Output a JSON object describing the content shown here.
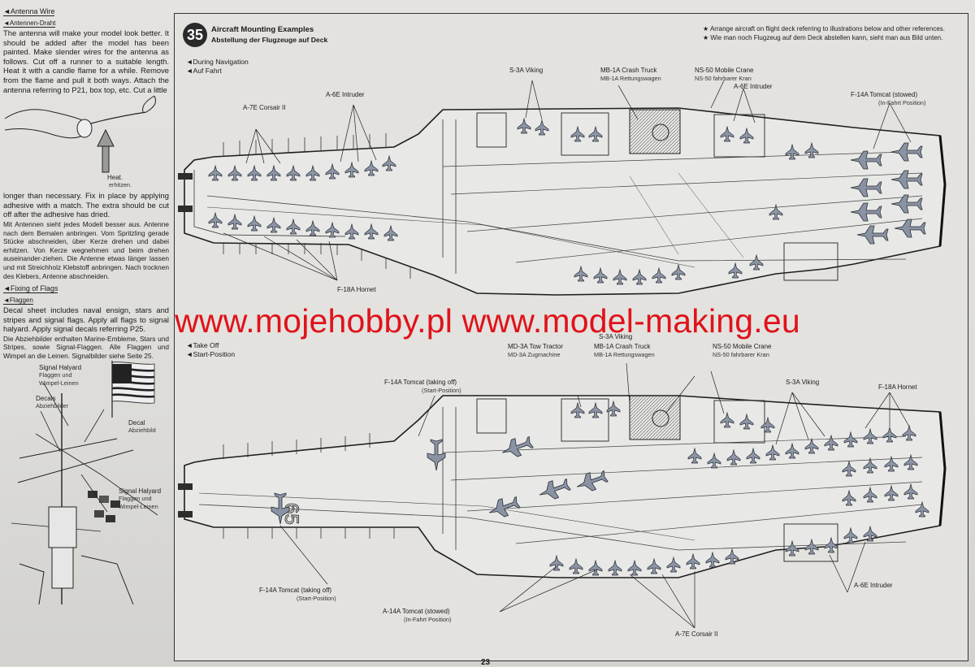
{
  "left_column": {
    "antenna": {
      "heading_en": "Antenna Wire",
      "heading_de": "Antennen-Draht",
      "text_en_1": "The antenna will make your model look better. It should be added after the model has been painted. Make slender wires for the antenna as follows. Cut off a runner to a suitable length. Heat it with a candle flame for a while. Remove from the flame and pull it both ways. Attach the antenna referring to P21, box top, etc. Cut a little",
      "heat_label": "Heat.",
      "heat_label_de": "erhitzen.",
      "text_en_2": "longer than necessary. Fix in place by applying adhesive with a match. The extra should be cut off after the adhesive has dried.",
      "text_de": "Mit Antennen sieht jedes Modell besser aus. Antenne nach dem Bemalen anbringen. Vom Spritzling gerade Stücke abschneiden, über Kerze drehen und dabei erhitzen. Von Kerze wegnehmen und beim drehen auseinander-ziehen. Die Antenne etwas länger lassen und mit Streichholz Klebstoff anbringen. Nach trocknen des Klebers, Antenne abschneiden."
    },
    "flags": {
      "heading_en": "Fixing of Flags",
      "heading_de": "Flaggen",
      "text_en": "Decal sheet includes naval ensign, stars and stripes and signal flags. Apply all flags to signal halyard. Apply signal decals referring P25.",
      "text_de": "Die Abziehbilder enthalten Marine-Embleme, Stars und Stripes, sowie Signal-Flaggen. Alle Flaggen und Wimpel an die Leinen. Signalbilder siehe Seite 25.",
      "labels": {
        "signal_halyard_top": "Signal Halyard",
        "signal_halyard_top_de": "Flaggen und Wimpel-Leinen",
        "decals": "Decals",
        "decals_de": "Abziehbilder",
        "decal": "Decal",
        "decal_de": "Abziehbild",
        "signal_halyard_bottom": "Signal Halyard",
        "signal_halyard_bottom_de": "Flaggen und Wimpel-Leinen"
      }
    }
  },
  "step": {
    "number": "35",
    "title_en": "Aircraft Mounting Examples",
    "title_de": "Abstellung der Flugzeuge auf Deck",
    "note_en": "★ Arrange aircraft on flight deck referring to illustrations below and other references.",
    "note_de": "★ Wie man noch Flugzeug auf dem Deck abstellen kann, sieht man aus Bild unten."
  },
  "top_view": {
    "section_en": "During Navigation",
    "section_de": "Auf Fahrt",
    "callouts": {
      "s3a": "S-3A Viking",
      "mb1a": "MB-1A Crash Truck",
      "mb1a_de": "MB-1A Rettungswagen",
      "ns50": "NS-50 Mobile Crane",
      "ns50_de": "NS-50 fahrbarer Kran",
      "a6e_right": "A-6E Intruder",
      "f14a_stowed": "F-14A Tomcat (stowed)",
      "f14a_stowed_de": "(In-Fahrt Position)",
      "a6e_left": "A-6E Intruder",
      "a7e": "A-7E Corsair II",
      "f18a": "F-18A Hornet"
    }
  },
  "bottom_view": {
    "section_en": "Take Off",
    "section_de": "Start-Position",
    "hull_number": "65",
    "callouts": {
      "md3a": "MD-3A Tow Tractor",
      "md3a_de": "MD-3A Zugmachine",
      "s3a_top": "S-3A Viking",
      "mb1a": "MB-1A Crash Truck",
      "mb1a_de": "MB-1A Rettungswagen",
      "ns50": "NS-50 Mobile Crane",
      "ns50_de": "NS-50 fahrbarer Kran",
      "f14a_takeoff_top": "F-14A Tomcat (taking off)",
      "f14a_takeoff_top_de": "(Start-Position)",
      "s3a_right": "S-3A Viking",
      "f18a": "F-18A Hornet",
      "f14a_takeoff_bottom": "F-14A Tomcat (taking off)",
      "f14a_takeoff_bottom_de": "(Start-Position)",
      "a14a_stowed": "A-14A Tomcat (stowed)",
      "a14a_stowed_de": "(In-Fahrt Position)",
      "a6e": "A-6E Intruder",
      "a7e": "A-7E Corsair II"
    }
  },
  "watermark": "www.mojehobby.pl www.model-making.eu",
  "page_number": "23"
}
